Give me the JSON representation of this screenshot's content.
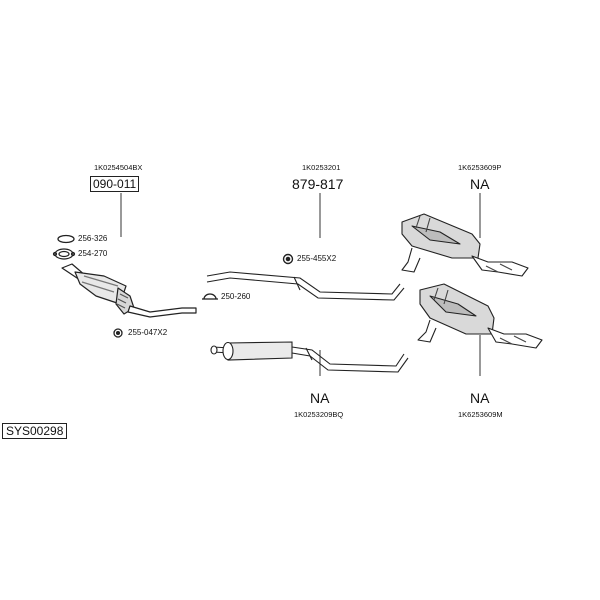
{
  "labels": {
    "cat_ref": "1K0254504BX",
    "cat_price": "090-011",
    "mid_ref": "1K0253201",
    "mid_price": "879-817",
    "rear1_ref": "1K6253609P",
    "rear1_price": "NA",
    "front_price": "NA",
    "front_ref": "1K0253209BQ",
    "rear2_price": "NA",
    "rear2_ref": "1K6253609M",
    "system_code": "SYS00298"
  },
  "parts": {
    "gasket_1": "256-326",
    "gasket_2": "254-270",
    "clamp_1": "255-455X2",
    "clamp_2": "250-260",
    "clamp_3": "255-047X2"
  }
}
